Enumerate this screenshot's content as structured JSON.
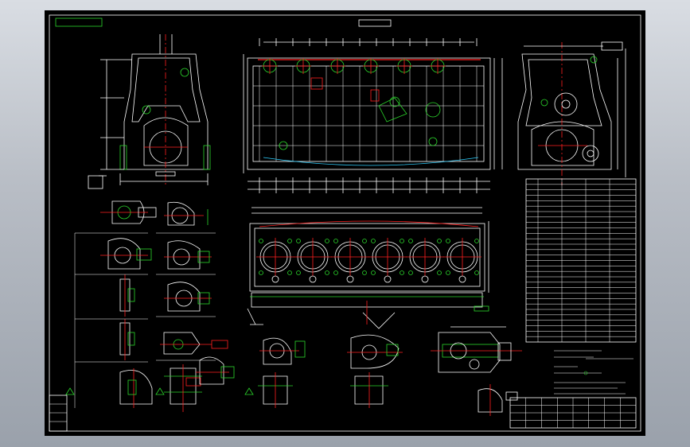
{
  "palette": {
    "page_bg": "#b3b8c0",
    "sheet_bg": "#000000",
    "line_white": "#ffffff",
    "line_green": "#2bd62b",
    "line_red": "#ff2020",
    "line_cyan": "#30d0ff",
    "line_yellow": "#ffee33"
  },
  "drawing": {
    "title_block": {
      "rows": 4,
      "cols": 8
    },
    "parts_table": {
      "rows": 30,
      "cols": 5
    },
    "cylinder_bores": 6,
    "detail_views": 14
  }
}
